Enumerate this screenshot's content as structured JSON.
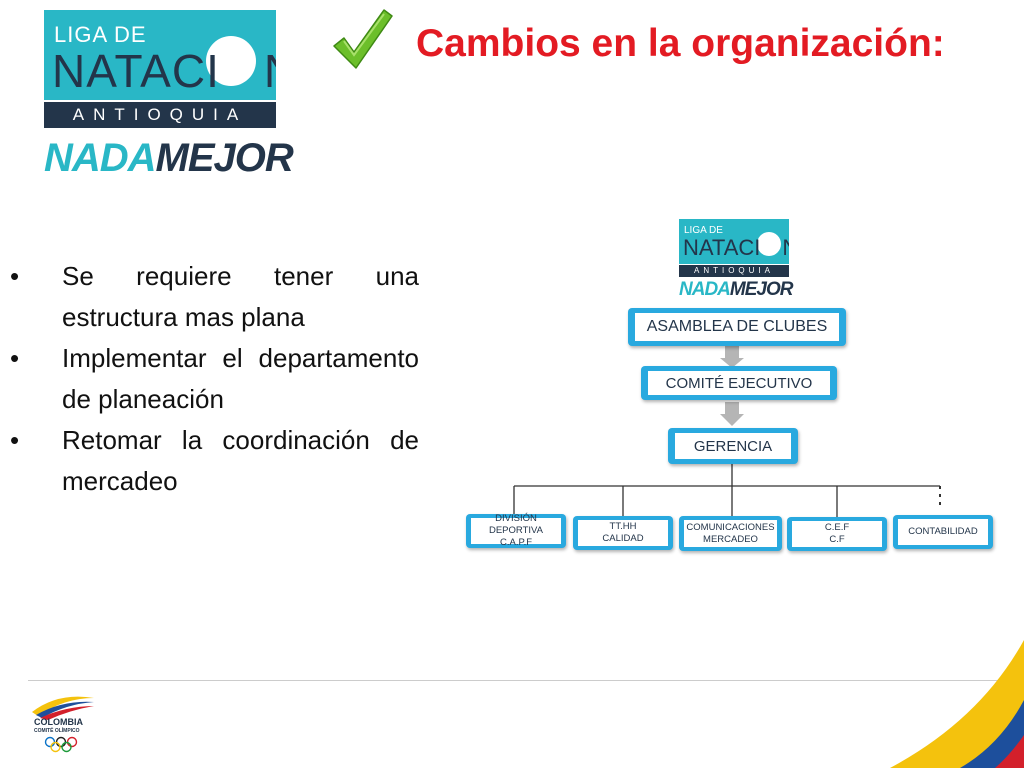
{
  "title": "Cambios en la organización:",
  "logo": {
    "liga": "LIGA DE",
    "natacion_a": "NATACI",
    "natacion_b": "N",
    "antioquia": "ANTIOQUIA",
    "nada": "NADA",
    "mejor": "MEJOR"
  },
  "bullets": [
    "Se requiere tener una estructura mas plana",
    " Implementar el departamento de planeación",
    "Retomar la coordinación de mercadeo"
  ],
  "org_chart": {
    "logo": {
      "liga": "LIGA DE",
      "natacion_a": "NATACI",
      "natacion_b": "N",
      "antioquia": "ANTIOQUIA",
      "nada": "NADA",
      "mejor": "MEJOR"
    },
    "levels": [
      "ASAMBLEA DE CLUBES",
      "COMITÉ EJECUTIVO",
      "GERENCIA"
    ],
    "departments": [
      {
        "line1": "DIVISIÓN DEPORTIVA",
        "line2": "C.A.P.F"
      },
      {
        "line1": "TT.HH",
        "line2": "CALIDAD"
      },
      {
        "line1": "COMUNICACIONES",
        "line2": "MERCADEO"
      },
      {
        "line1": "C.E.F",
        "line2": "C.F"
      },
      {
        "line1": "CONTABILIDAD",
        "line2": ""
      }
    ]
  },
  "footer": {
    "org": "COLOMBIA",
    "sub": "COMITÉ OLÍMPICO"
  },
  "colors": {
    "title_red": "#e31b23",
    "brand_teal": "#29b7c6",
    "brand_navy": "#23354a",
    "box_blue": "#29a9df",
    "check_green": "#6cbf2a"
  },
  "icons": [
    "check-icon",
    "olympic-rings-icon"
  ]
}
